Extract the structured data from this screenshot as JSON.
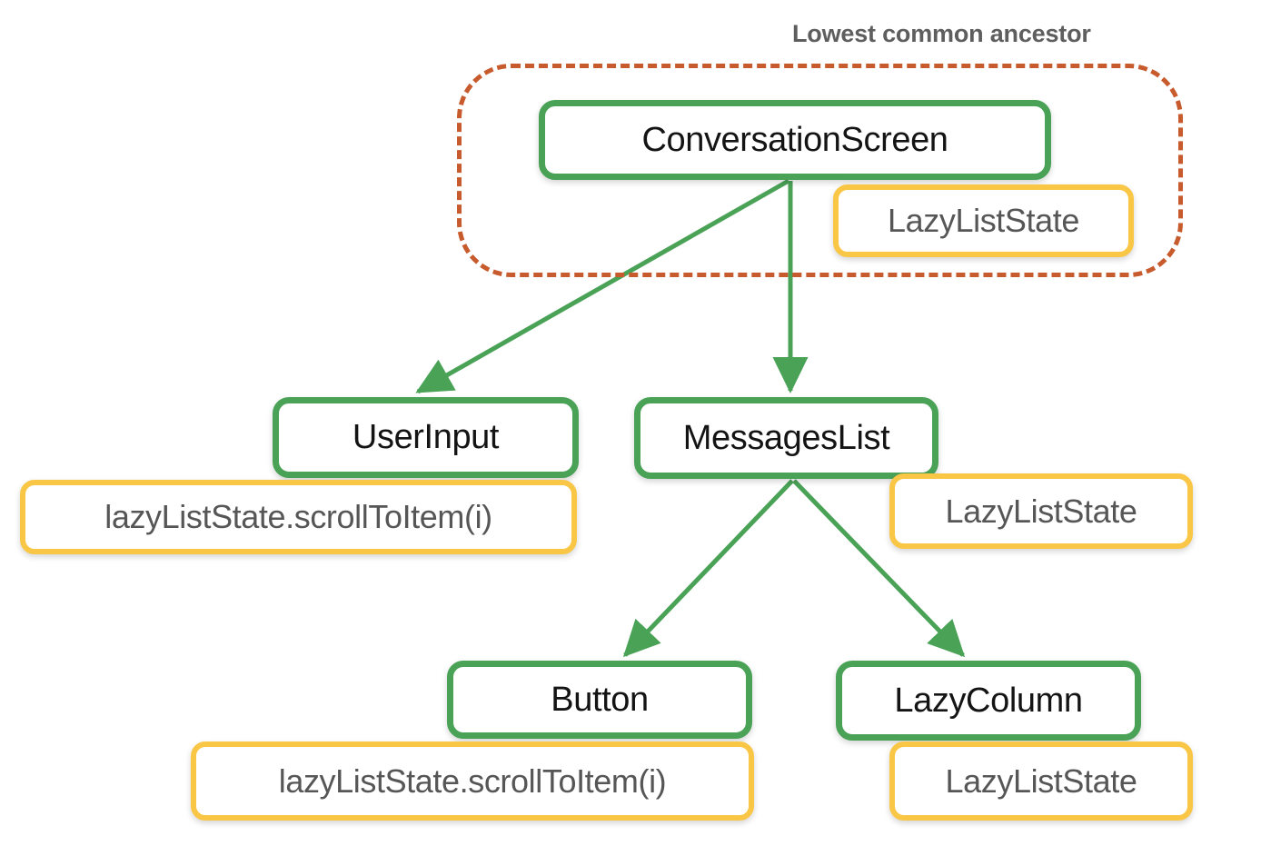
{
  "diagram": {
    "title_label": "Lowest common ancestor",
    "accent_colors": {
      "composable_border": "#4aa257",
      "state_border": "#f9c646",
      "ancestor_dashed": "#c75b2d",
      "label_text": "#5e5e5e",
      "node_text": "#141414",
      "state_text": "#565656",
      "background": "#ffffff"
    },
    "nodes": [
      {
        "id": "conversationscreen",
        "label": "ConversationScreen",
        "type": "composable"
      },
      {
        "id": "userinput",
        "label": "UserInput",
        "type": "composable"
      },
      {
        "id": "messageslist",
        "label": "MessagesList",
        "type": "composable"
      },
      {
        "id": "button",
        "label": "Button",
        "type": "composable"
      },
      {
        "id": "lazycolumn",
        "label": "LazyColumn",
        "type": "composable"
      }
    ],
    "state_badges": [
      {
        "id": "state-conversationscreen",
        "label": "LazyListState",
        "attached_to": "conversationscreen"
      },
      {
        "id": "state-userinput",
        "label": "lazyListState.scrollToItem(i)",
        "attached_to": "userinput"
      },
      {
        "id": "state-messageslist",
        "label": "LazyListState",
        "attached_to": "messageslist"
      },
      {
        "id": "state-button",
        "label": "lazyListState.scrollToItem(i)",
        "attached_to": "button"
      },
      {
        "id": "state-lazycolumn",
        "label": "LazyListState",
        "attached_to": "lazycolumn"
      }
    ],
    "edges": [
      {
        "from": "conversationscreen",
        "to": "userinput"
      },
      {
        "from": "conversationscreen",
        "to": "messageslist"
      },
      {
        "from": "messageslist",
        "to": "button"
      },
      {
        "from": "messageslist",
        "to": "lazycolumn"
      }
    ],
    "ancestor_group": [
      "conversationscreen",
      "state-conversationscreen"
    ]
  }
}
